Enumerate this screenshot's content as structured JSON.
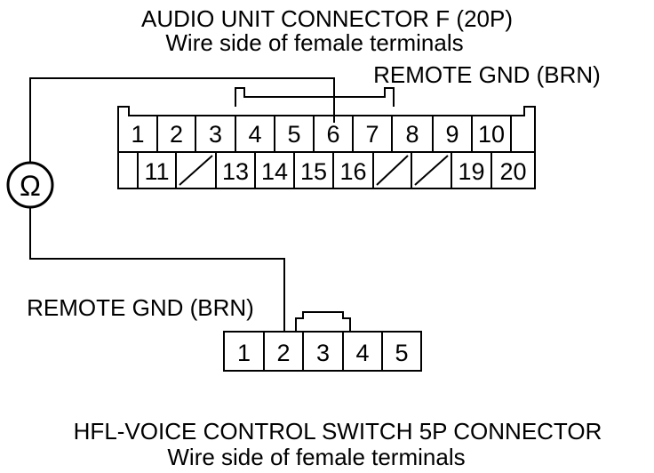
{
  "top_connector": {
    "title": "AUDIO UNIT CONNECTOR F (20P)",
    "subtitle": "Wire side of female terminals",
    "wire_label": "REMOTE GND (BRN)",
    "row1": [
      "1",
      "2",
      "3",
      "4",
      "5",
      "6",
      "7",
      "8",
      "9",
      "10"
    ],
    "row2": [
      "",
      "11",
      "",
      "13",
      "14",
      "15",
      "16",
      "",
      "",
      "19",
      "20"
    ]
  },
  "meter": {
    "symbol": "Ω",
    "name": "ohmmeter"
  },
  "bottom_connector": {
    "wire_label": "REMOTE GND (BRN)",
    "pins": [
      "1",
      "2",
      "3",
      "4",
      "5"
    ],
    "title": "HFL-VOICE CONTROL SWITCH 5P CONNECTOR",
    "subtitle": "Wire side of female terminals"
  }
}
